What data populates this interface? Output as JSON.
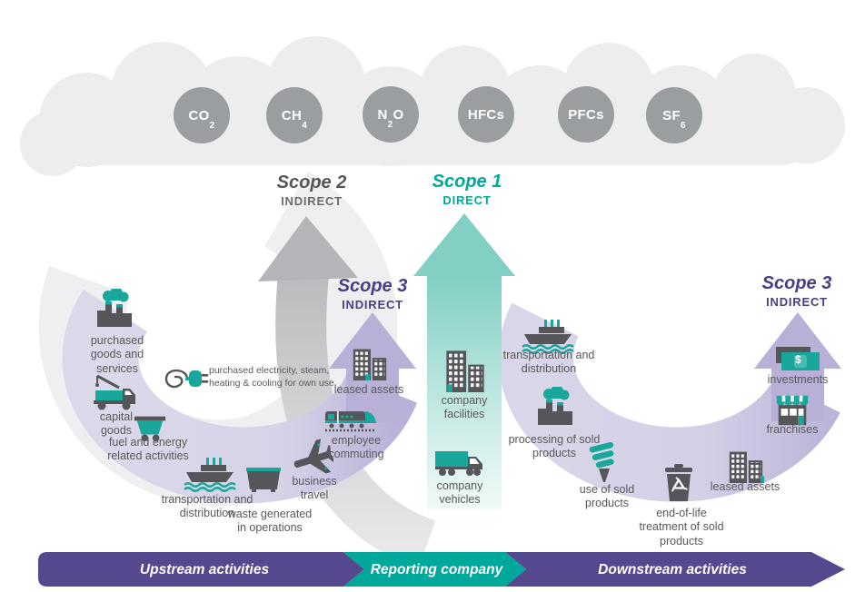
{
  "gases": [
    {
      "pre": "CO",
      "sub": "2",
      "post": ""
    },
    {
      "pre": "CH",
      "sub": "4",
      "post": ""
    },
    {
      "pre": "N",
      "sub": "2",
      "post": "O"
    },
    {
      "pre": "HFCs",
      "sub": "",
      "post": ""
    },
    {
      "pre": "PFCs",
      "sub": "",
      "post": ""
    },
    {
      "pre": "SF",
      "sub": "6",
      "post": ""
    }
  ],
  "scopes": {
    "scope2": {
      "title": "Scope 2",
      "subtitle": "INDIRECT"
    },
    "scope1": {
      "title": "Scope 1",
      "subtitle": "DIRECT"
    },
    "scope3_upstream": {
      "title": "Scope 3",
      "subtitle": "INDIRECT"
    },
    "scope3_downstream": {
      "title": "Scope 3",
      "subtitle": "INDIRECT"
    }
  },
  "upstream": {
    "items": [
      {
        "icon": "factory-cloud",
        "label": "purchased goods and services"
      },
      {
        "icon": "plug",
        "label": "purchased electricity, steam, heating & cooling for own use"
      },
      {
        "icon": "crane-truck",
        "label": "capital goods"
      },
      {
        "icon": "mining-cart",
        "label": "fuel and energy related activities"
      },
      {
        "icon": "cargo-ship",
        "label": "transportation and distribution"
      },
      {
        "icon": "dumpster",
        "label": "waste generated in operations"
      },
      {
        "icon": "airplane",
        "label": "business travel"
      },
      {
        "icon": "train",
        "label": "employee commuting"
      },
      {
        "icon": "office-buildings",
        "label": "leased assets"
      }
    ]
  },
  "reporting_company": {
    "items": [
      {
        "icon": "office-buildings",
        "label": "company facilities"
      },
      {
        "icon": "box-truck",
        "label": "company vehicles"
      }
    ]
  },
  "downstream": {
    "items": [
      {
        "icon": "cargo-ship",
        "label": "transportation and distribution"
      },
      {
        "icon": "factory-cloud",
        "label": "processing of sold products"
      },
      {
        "icon": "cfl-bulb",
        "label": "use of sold products"
      },
      {
        "icon": "recycle-bin",
        "label": "end-of-life treatment of sold products"
      },
      {
        "icon": "office-buildings",
        "label": "leased assets"
      },
      {
        "icon": "storefront",
        "label": "franchises"
      },
      {
        "icon": "money-bills",
        "label": "investments",
        "currency": "$"
      }
    ]
  },
  "bar": {
    "upstream": "Upstream activities",
    "company": "Reporting company",
    "downstream": "Downstream activities"
  },
  "colors": {
    "teal": "#00a79b",
    "bar_purple": "#55488f",
    "lavender_band": "#dad7ea",
    "arrow_purple": "#b8b0d6",
    "gas_circle_gray": "#9b9ea1",
    "icon_dark": "#55565a",
    "cloud_gray": "#ededef",
    "scope2_gray": "#55565a"
  }
}
